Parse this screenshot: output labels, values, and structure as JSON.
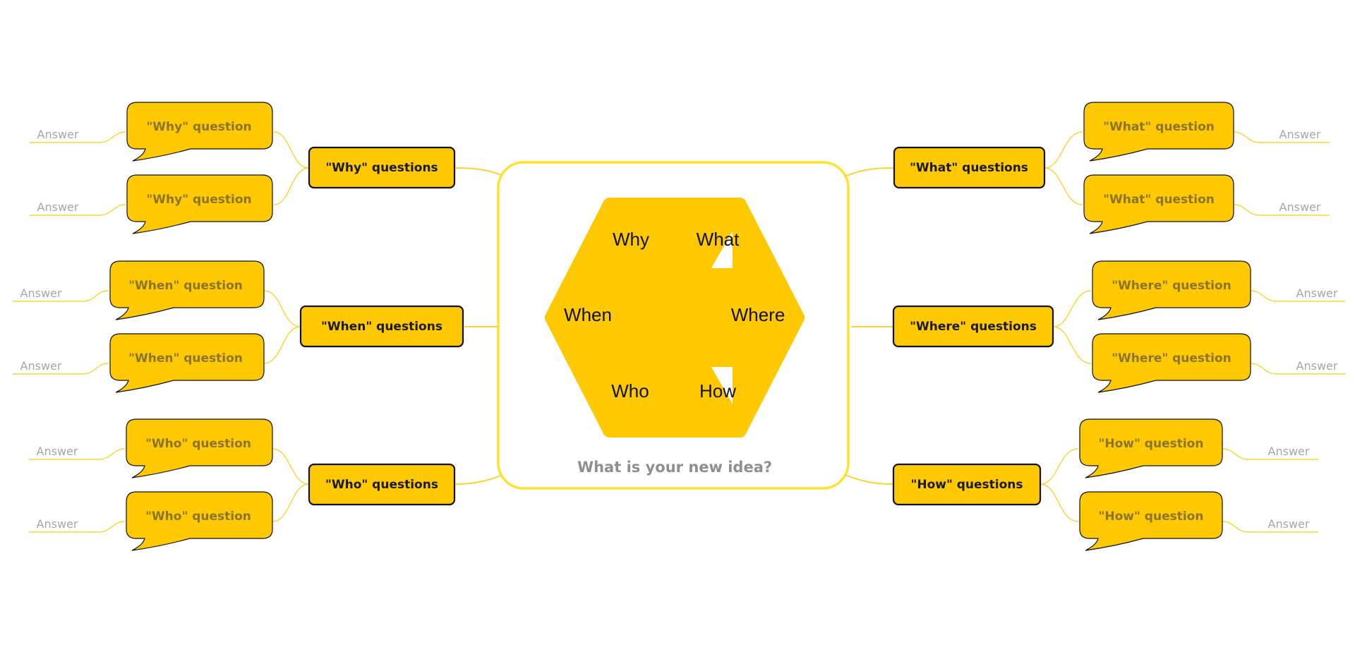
{
  "center": {
    "title": "What is your new idea?",
    "star_labels": {
      "why": "Why",
      "what": "What",
      "when": "When",
      "where": "Where",
      "who": "Who",
      "how": "How"
    }
  },
  "branches": {
    "why": {
      "label": "\"Why\" questions",
      "questions": [
        "\"Why\" question",
        "\"Why\" question"
      ]
    },
    "when": {
      "label": "\"When\" questions",
      "questions": [
        "\"When\" question",
        "\"When\" question"
      ]
    },
    "who": {
      "label": "\"Who\" questions",
      "questions": [
        "\"Who\" question",
        "\"Who\" question"
      ]
    },
    "what": {
      "label": "\"What\" questions",
      "questions": [
        "\"What\" question",
        "\"What\" question"
      ]
    },
    "where": {
      "label": "\"Where\" questions",
      "questions": [
        "\"Where\" question",
        "\"Where\" question"
      ]
    },
    "how": {
      "label": "\"How\" questions",
      "questions": [
        "\"How\" question",
        "\"How\" question"
      ]
    }
  },
  "answer_label": "Answer",
  "colors": {
    "fill": "#fec900",
    "connector": "#fad531",
    "frame": "#fde22f",
    "outline": "#111111",
    "question_text": "#8a7430",
    "answer_text": "#a6a6a6",
    "title_text": "#8f8f8f"
  }
}
